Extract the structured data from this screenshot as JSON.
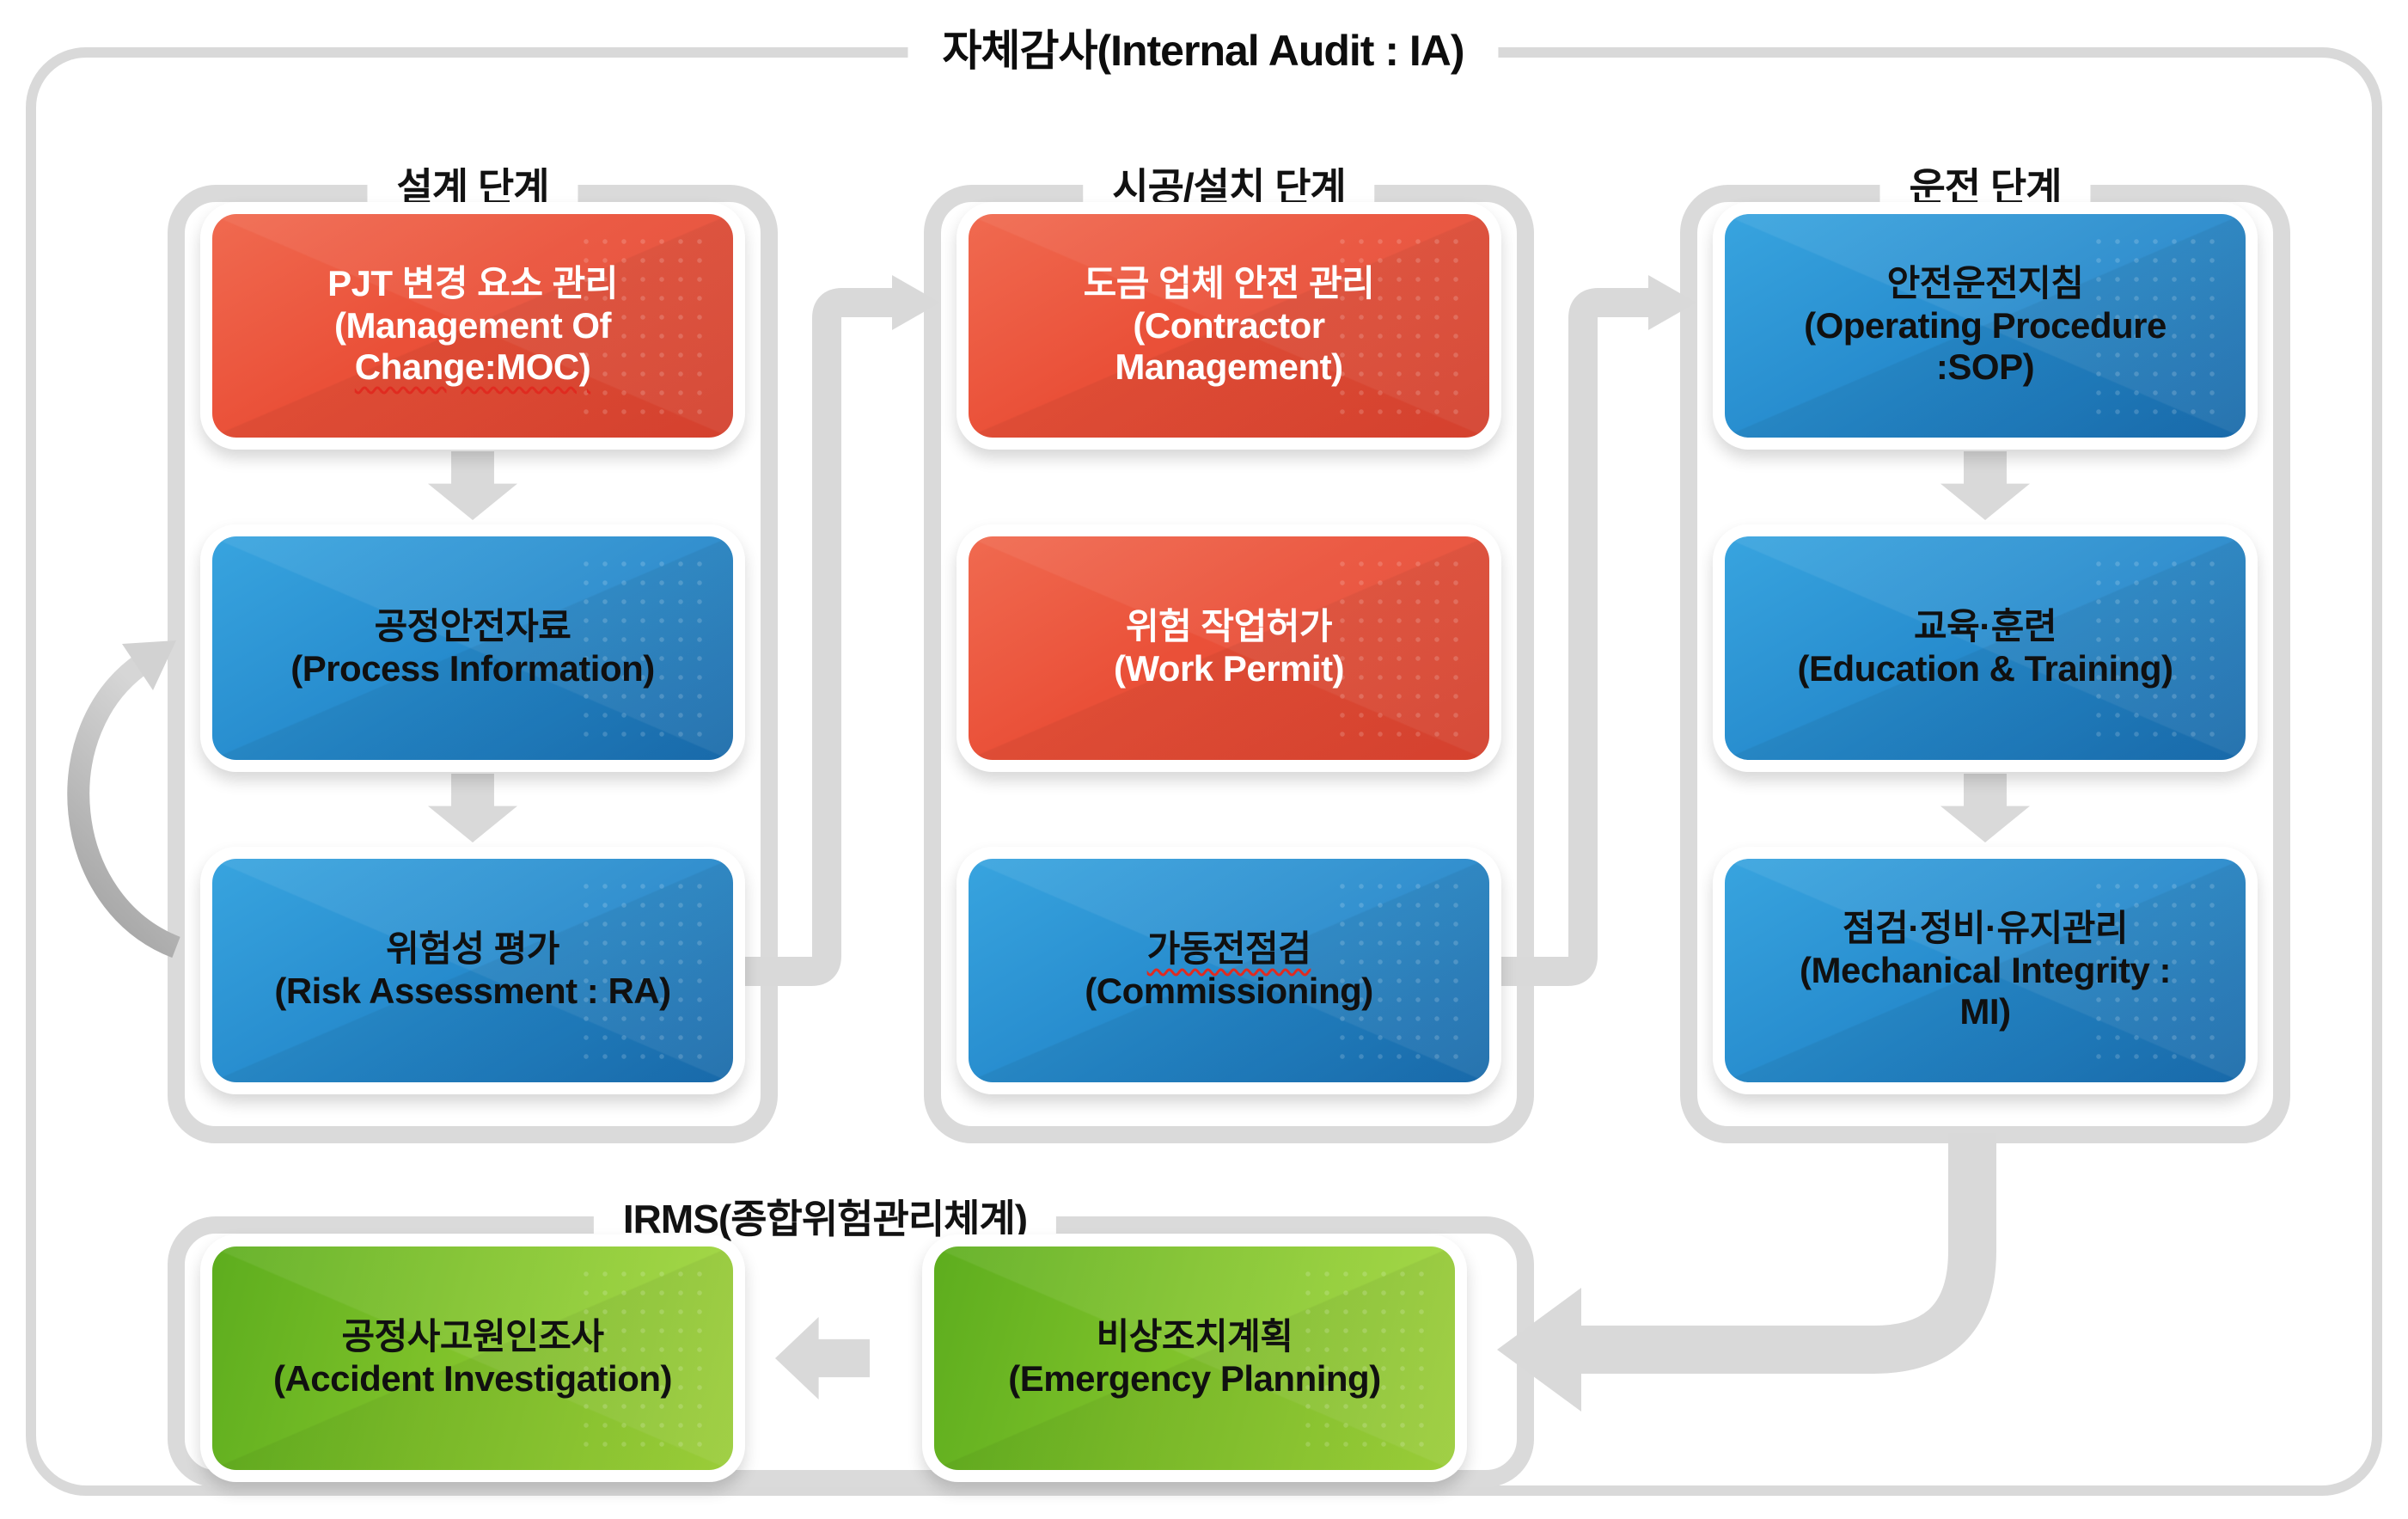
{
  "title": "자체감사(Internal Audit : IA)",
  "columns": [
    {
      "header": "설계 단계",
      "boxes": [
        {
          "color": "red",
          "lines": [
            "PJT 변경 요소 관리",
            "(Management Of",
            "Change:MOC)"
          ]
        },
        {
          "color": "blue",
          "lines": [
            "공정안전자료",
            "(Process Information)"
          ]
        },
        {
          "color": "blue",
          "lines": [
            "위험성 평가",
            "(Risk Assessment : RA)"
          ]
        }
      ]
    },
    {
      "header": "시공/설치 단계",
      "boxes": [
        {
          "color": "red",
          "lines": [
            "도금 업체 안전 관리",
            "(Contractor",
            "Management)"
          ]
        },
        {
          "color": "red",
          "lines": [
            "위험 작업허가",
            "(Work Permit)"
          ]
        },
        {
          "color": "blue",
          "lines": [
            "가동전점검",
            "(Commissioning)"
          ]
        }
      ]
    },
    {
      "header": "운전 단계",
      "boxes": [
        {
          "color": "blue",
          "lines": [
            "안전운전지침",
            "(Operating Procedure",
            ":SOP)"
          ]
        },
        {
          "color": "blue",
          "lines": [
            "교육·훈련",
            "(Education & Training)"
          ]
        },
        {
          "color": "blue",
          "lines": [
            "점검·정비·유지관리",
            "(Mechanical Integrity :",
            "MI)"
          ]
        }
      ]
    }
  ],
  "bottom": {
    "header": "IRMS(종합위험관리체계)",
    "boxes": [
      {
        "color": "green",
        "lines": [
          "공정사고원인조사",
          "(Accident Investigation)"
        ]
      },
      {
        "color": "green",
        "lines": [
          "비상조치계획",
          "(Emergency Planning)"
        ]
      }
    ]
  },
  "colors": {
    "red_box": "#ea5038",
    "blue_box": "#2488cb",
    "green_box": "#7fc22a",
    "connector_gray": "#d9d9d9",
    "text_on_red": "#ffffff",
    "text_on_blue": "#111111",
    "squiggle_red": "#e02b20"
  }
}
